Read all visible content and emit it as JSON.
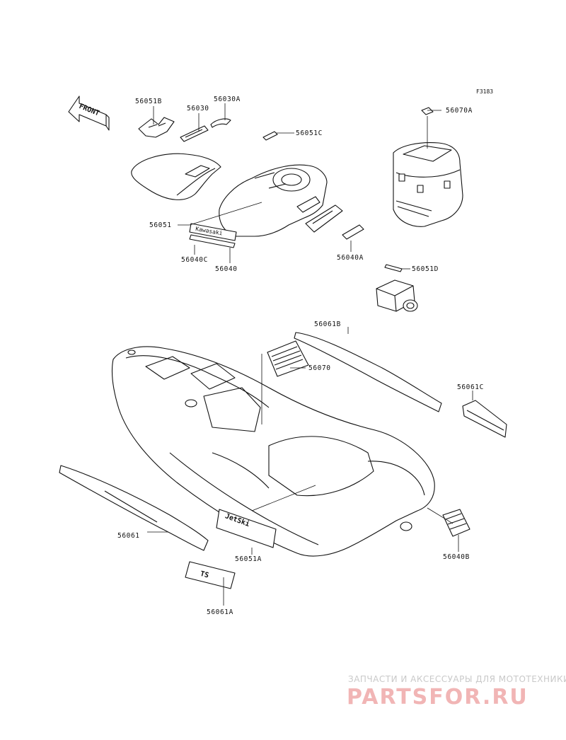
{
  "figure_code": "F3183",
  "front_label": "FRONT",
  "watermark": {
    "line1": "ЗАПЧАСТИ И АКСЕССУАРЫ ДЛЯ МОТОТЕХНИКИ",
    "line2": "PARTSFOR.RU"
  },
  "parts": [
    {
      "id": "56051B"
    },
    {
      "id": "56030"
    },
    {
      "id": "56030A"
    },
    {
      "id": "56070A"
    },
    {
      "id": "56051C"
    },
    {
      "id": "56051"
    },
    {
      "id": "56040C"
    },
    {
      "id": "56040"
    },
    {
      "id": "56040A"
    },
    {
      "id": "56051D"
    },
    {
      "id": "56061B"
    },
    {
      "id": "56070"
    },
    {
      "id": "56061C"
    },
    {
      "id": "56061"
    },
    {
      "id": "56051A"
    },
    {
      "id": "56040B"
    },
    {
      "id": "56061A"
    }
  ]
}
